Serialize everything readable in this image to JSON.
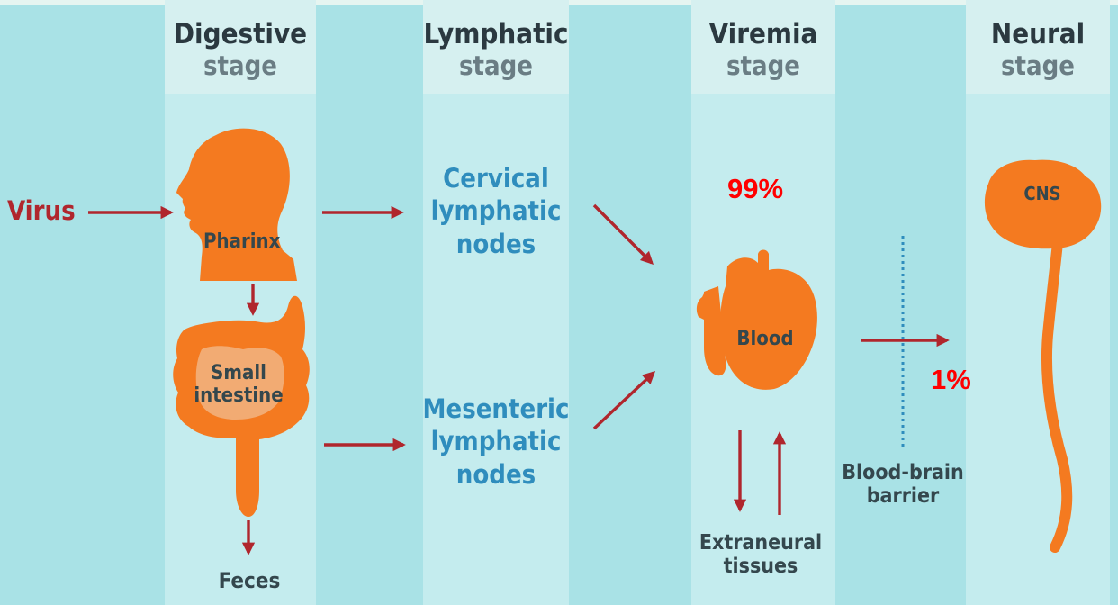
{
  "stages": [
    {
      "title": "Digestive",
      "subtitle": "stage"
    },
    {
      "title": "Lymphatic",
      "subtitle": "stage"
    },
    {
      "title": "Viremia",
      "subtitle": "stage"
    },
    {
      "title": "Neural",
      "subtitle": "stage"
    }
  ],
  "labels": {
    "virus": "Virus",
    "pharinx": "Pharinx",
    "small_intestine": "Small\nintestine",
    "feces": "Feces",
    "cervical_nodes": "Cervical\nlymphatic\nnodes",
    "mesenteric_nodes": "Mesenteric\nlymphatic\nnodes",
    "blood": "Blood",
    "extraneural": "Extraneural\ntissues",
    "bbb": "Blood-brain\nbarrier",
    "cns": "CNS"
  },
  "percent_99": "99%",
  "percent_1": "1%",
  "colors": {
    "background_strip": "#a9e2e6",
    "column": "#c4ecee",
    "header": "#d6f0f0",
    "organ": "#f47a20",
    "intestine_inner": "#f2b07c",
    "arrow": "#b0262d",
    "node_text": "#2f8dbd",
    "percent": "#ff0000"
  }
}
